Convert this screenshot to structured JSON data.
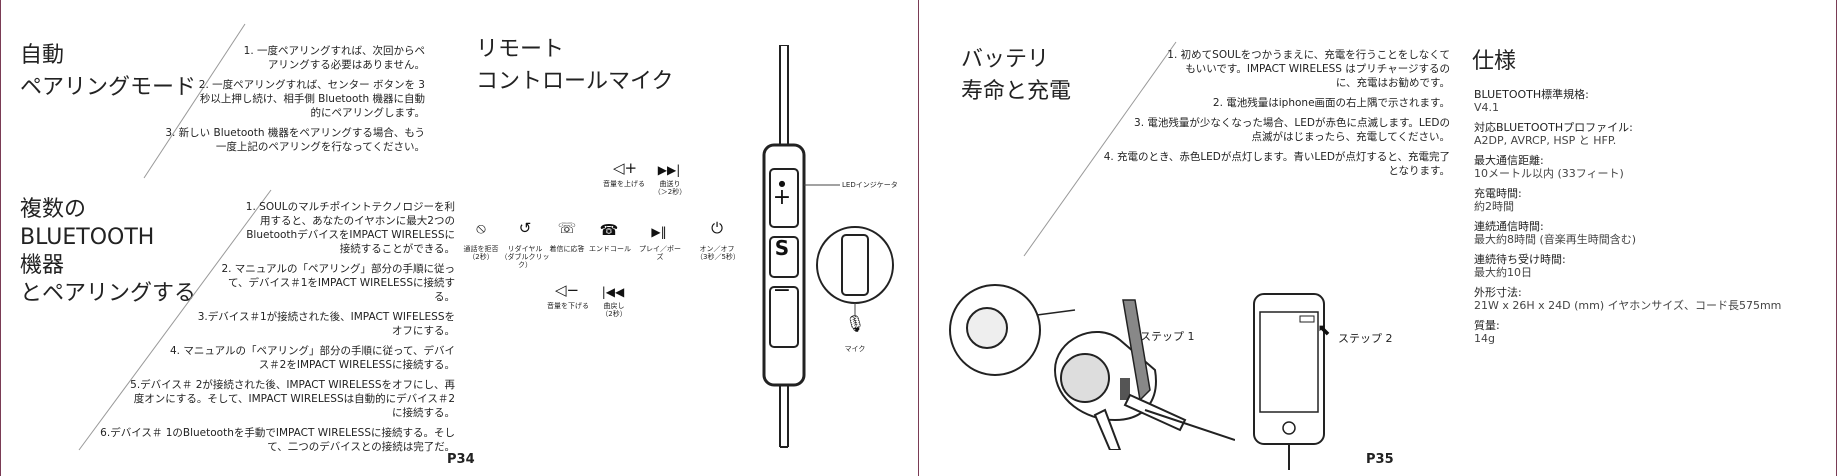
{
  "page_left": {
    "pairing_title": "自動\nペアリングモード",
    "pairing_steps": [
      "1. 一度ペアリングすれば、次回からペアリングする必要はありません。",
      "2. 一度ペアリングすれば、センター ボタンを 3 秒以上押し続け、相手側 Bluetooth 機器に自動的にペアリングします。",
      "3. 新しい Bluetooth 機器をペアリングする場合、もう一度上記のペアリングを行なってください。"
    ],
    "multi_title": "複数の\nBLUETOOTH\n機器\nとペアリングする",
    "multi_steps": [
      "1. SOULのマルチポイントテクノロジーを利用すると、あなたのイヤホンに最大2つのBluetoothデバイスをIMPACT WIRELESSに接続することができる。",
      "2. マニュアルの「ペアリング」部分の手順に従って、デバイス＃1をIMPACT WIRELESSに接続する。",
      "3.デバイス＃1が接続された後、IMPACT WIFELESSをオフにする。",
      "4. マニュアルの「ペアリング」部分の手順に従って、デバイス＃2をIMPACT WIRELESSに接続する。",
      "5.デバイス＃ 2が接続された後、IMPACT WIRELESSをオフにし、再度オンにする。そして、IMPACT WIRELESSは自動的にデバイス＃2に接続する。",
      "6.デバイス＃ 1のBluetoothを手動でIMPACT WIRELESSに接続する。そして、二つのデバイスとの接続は完了だ。"
    ],
    "remote_title": "リモート\nコントロールマイク",
    "remote": {
      "vol_up": "音量を上げる",
      "skip": "曲送り\n（＞2秒）",
      "reject": "通話を拒否\n（2秒）",
      "redial": "リダイヤル\n（ダブルクリック）",
      "answer": "着信に応答",
      "end_call": "エンドコール",
      "play_pause": "プレイ／ポーズ",
      "power": "オン／オフ\n（3秒／5秒）",
      "vol_down": "音量を下げる",
      "rewind": "曲戻し\n（2秒）",
      "led_label": "LEDインジケータ",
      "mic_label": "マイク"
    },
    "page_number": "P34"
  },
  "page_right": {
    "battery_title": "バッテリ\n寿命と充電",
    "battery_steps": [
      "1. 初めてSOULをつかうまえに、充電を行うことをしなくてもいいです。IMPACT WIRELESS はプリチャージするのに、充電はお勧めです。",
      "2. 電池残量はiphone画面の右上隅で示されます。",
      "3. 電池残量が少なくなった場合、LEDが赤色に点滅します。LEDの点滅がはじまったら、充電してください。",
      "4. 充電のとき、赤色LEDが点灯します。青いLEDが点灯すると、充電完了となります。"
    ],
    "step1_label": "ステップ 1",
    "step2_label": "ステップ 2",
    "spec_title": "仕様",
    "specs": [
      {
        "label": "BLUETOOTH標準規格:",
        "value": "V4.1"
      },
      {
        "label": "対応BLUETOOTHプロファイル:",
        "value": "A2DP, AVRCP, HSP と HFP."
      },
      {
        "label": "最大通信距離:",
        "value": "10メートル以内 (33フィート)"
      },
      {
        "label": "充電時間:",
        "value": "約2時間"
      },
      {
        "label": "連続通信時間:",
        "value": "最大約8時間 (音楽再生時間含む)"
      },
      {
        "label": "連続待ち受け時間:",
        "value": "最大約10日"
      },
      {
        "label": "外形寸法:",
        "value": "21W x 26H x 24D (mm) イヤホンサイズ、コード長575mm"
      },
      {
        "label": "質量:",
        "value": "14g"
      }
    ],
    "page_number": "P35"
  }
}
